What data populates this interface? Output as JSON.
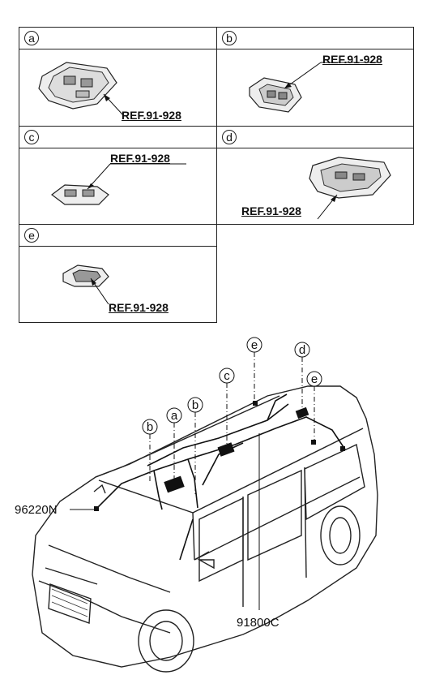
{
  "panels": [
    {
      "letter": "a",
      "ref": "REF.91-928"
    },
    {
      "letter": "b",
      "ref": "REF.91-928"
    },
    {
      "letter": "c",
      "ref": "REF.91-928"
    },
    {
      "letter": "d",
      "ref": "REF.91-928"
    },
    {
      "letter": "e",
      "ref": "REF.91-928"
    }
  ],
  "callouts": [
    "e",
    "d",
    "c",
    "e",
    "b",
    "a",
    "b"
  ],
  "parts": {
    "left": "96220N",
    "bottom": "91800C"
  }
}
